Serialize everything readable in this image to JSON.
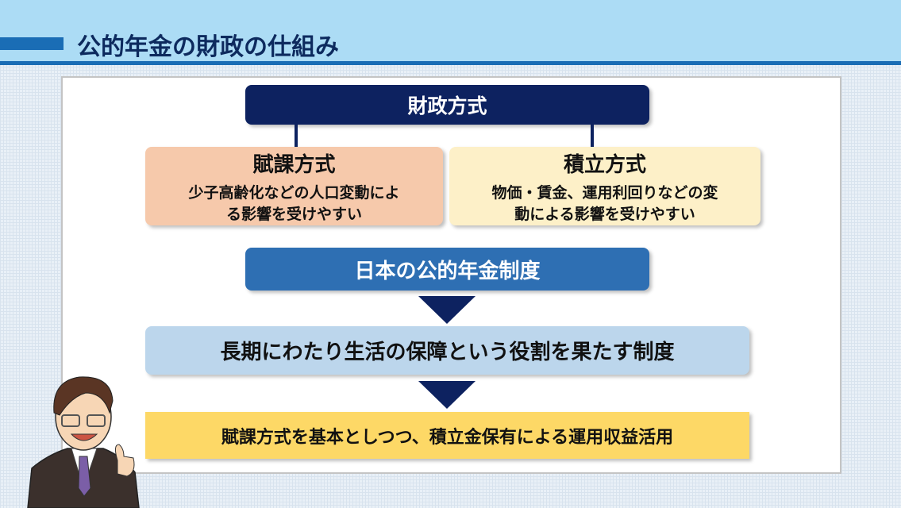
{
  "header": {
    "title": "公的年金の財政の仕組み"
  },
  "diagram": {
    "root": "財政方式",
    "left": {
      "title": "賦課方式",
      "desc_line1": "少子高齢化などの人口変動によ",
      "desc_line2": "る影響を受けやすい"
    },
    "right": {
      "title": "積立方式",
      "desc_line1": "物価・賃金、運用利回りなどの変",
      "desc_line2": "動による影響を受けやすい"
    },
    "system": "日本の公的年金制度",
    "role": "長期にわたり生活の保障という役割を果たす制度",
    "conclusion": "賦課方式を基本としつつ、積立金保有による運用収益活用"
  },
  "colors": {
    "navy": "#0d2260",
    "blue": "#2e6fb3",
    "peach": "#f6c9ab",
    "cream": "#fdf0c8",
    "lightblue": "#bcd6ec",
    "yellow": "#fdd866"
  }
}
